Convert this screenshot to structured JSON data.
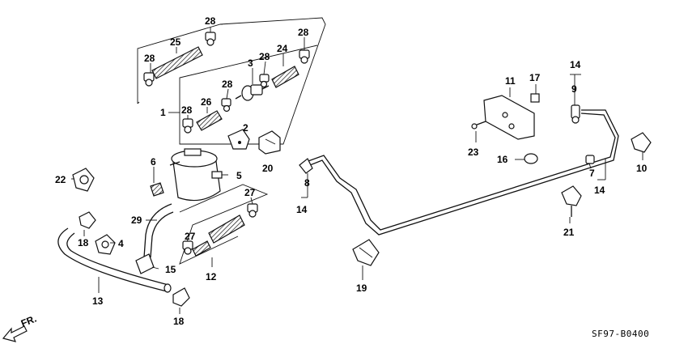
{
  "callouts": [
    {
      "id": "c28a",
      "text": "28"
    },
    {
      "id": "c25",
      "text": "25"
    },
    {
      "id": "c28b",
      "text": "28"
    },
    {
      "id": "c28c",
      "text": "28"
    },
    {
      "id": "c24",
      "text": "24"
    },
    {
      "id": "c3",
      "text": "3"
    },
    {
      "id": "c28d",
      "text": "28"
    },
    {
      "id": "c28e",
      "text": "28"
    },
    {
      "id": "c26",
      "text": "26"
    },
    {
      "id": "c1",
      "text": "1"
    },
    {
      "id": "c28f",
      "text": "28"
    },
    {
      "id": "c2",
      "text": "2"
    },
    {
      "id": "c20",
      "text": "20"
    },
    {
      "id": "c6",
      "text": "6"
    },
    {
      "id": "c5",
      "text": "5"
    },
    {
      "id": "c22",
      "text": "22"
    },
    {
      "id": "c27a",
      "text": "27"
    },
    {
      "id": "c29",
      "text": "29"
    },
    {
      "id": "c18a",
      "text": "18"
    },
    {
      "id": "c4",
      "text": "4"
    },
    {
      "id": "c27b",
      "text": "27"
    },
    {
      "id": "c15",
      "text": "15"
    },
    {
      "id": "c12",
      "text": "12"
    },
    {
      "id": "c13",
      "text": "13"
    },
    {
      "id": "c18b",
      "text": "18"
    },
    {
      "id": "c8",
      "text": "8"
    },
    {
      "id": "c14a",
      "text": "14"
    },
    {
      "id": "c11",
      "text": "11"
    },
    {
      "id": "c17",
      "text": "17"
    },
    {
      "id": "c14b",
      "text": "14"
    },
    {
      "id": "c9",
      "text": "9"
    },
    {
      "id": "c23",
      "text": "23"
    },
    {
      "id": "c16",
      "text": "16"
    },
    {
      "id": "c7",
      "text": "7"
    },
    {
      "id": "c14c",
      "text": "14"
    },
    {
      "id": "c10",
      "text": "10"
    },
    {
      "id": "c21",
      "text": "21"
    },
    {
      "id": "c19",
      "text": "19"
    }
  ],
  "direction_label": "FR.",
  "diagram_code": "SF97-B0400"
}
